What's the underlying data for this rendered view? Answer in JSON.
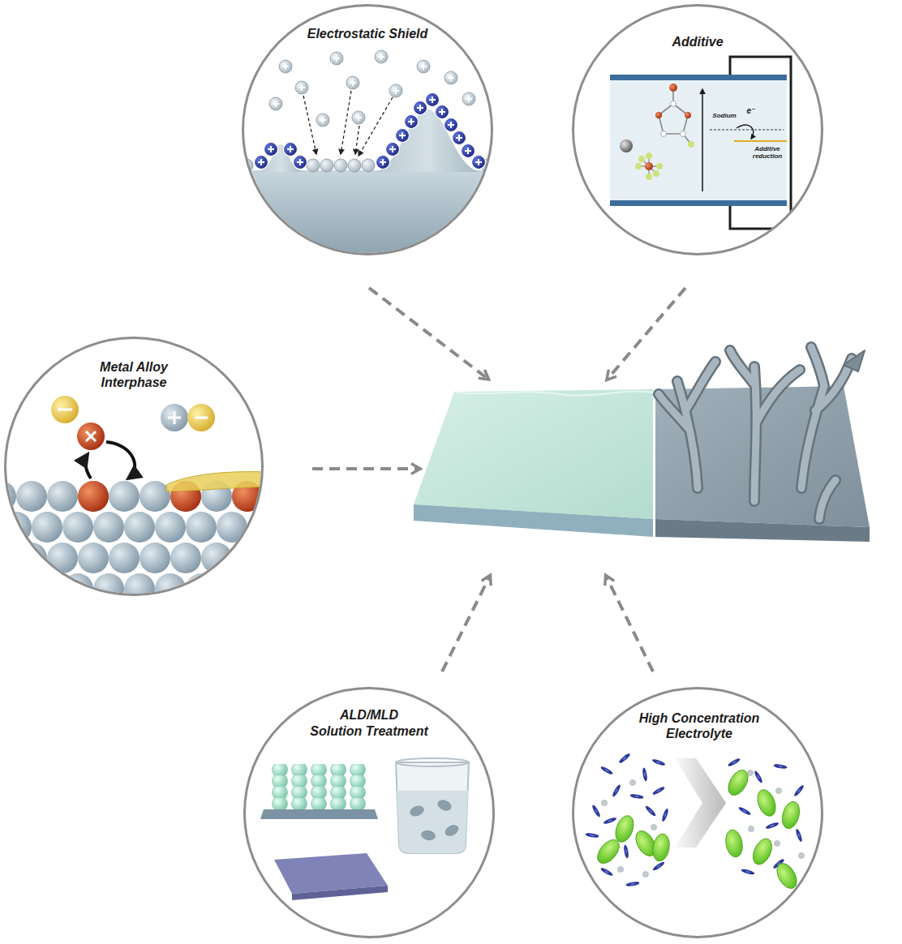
{
  "diagram": {
    "nodes": [
      {
        "text": [
          "Electrostatic Shield"
        ]
      },
      {
        "text": [
          "Additive",
          "Sodium",
          "e⁻",
          "Additive reduction"
        ]
      },
      {
        "text": [
          "Metal Alloy Interphase"
        ]
      },
      {
        "text": [
          "ALD/MLD",
          "Solution Treatment"
        ]
      },
      {
        "text": [
          "High Concentration Electrolyte"
        ]
      }
    ]
  }
}
